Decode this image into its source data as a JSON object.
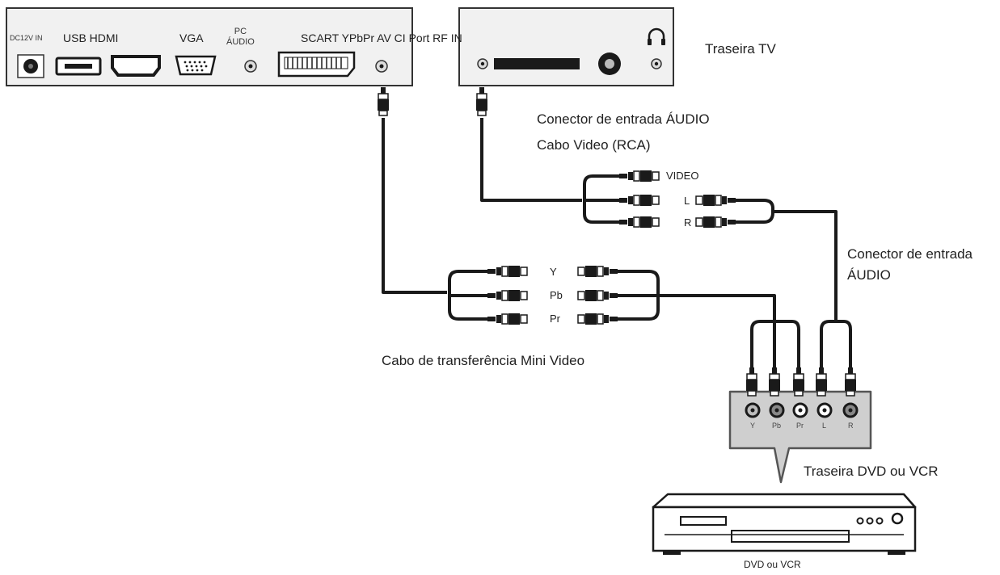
{
  "tv_side_panel": {
    "ports": {
      "dc_in": "DC12V IN",
      "usb_hdmi": "USB HDMI",
      "vga": "VGA",
      "pc_audio": "PC\nÁUDIO",
      "scart_line": "SCART YPbPr AV CI Port RF IN"
    }
  },
  "tv_back_panel": {
    "label": "Traseira TV"
  },
  "labels": {
    "audio_input_connector_top": "Conector de entrada ÁUDIO",
    "video_cable_rca": "Cabo Video (RCA)",
    "rca_video": "VIDEO",
    "rca_l": "L",
    "rca_r": "R",
    "audio_input_connector_right": "Conector de entrada\nÁUDIO",
    "component_y": "Y",
    "component_pb": "Pb",
    "component_pr": "Pr",
    "mini_video_cable": "Cabo de transferência Mini Video",
    "dvd_back_label": "Traseira DVD ou VCR",
    "dvd_device_label": "DVD ou VCR",
    "dvd_jacks": [
      "Y",
      "Pb",
      "Pr",
      "L",
      "R"
    ]
  },
  "colors": {
    "panel_fill": "#f1f1f1",
    "panel_stroke": "#333333",
    "cable": "#1a1a1a",
    "callout_fill": "#cfcfcf"
  }
}
